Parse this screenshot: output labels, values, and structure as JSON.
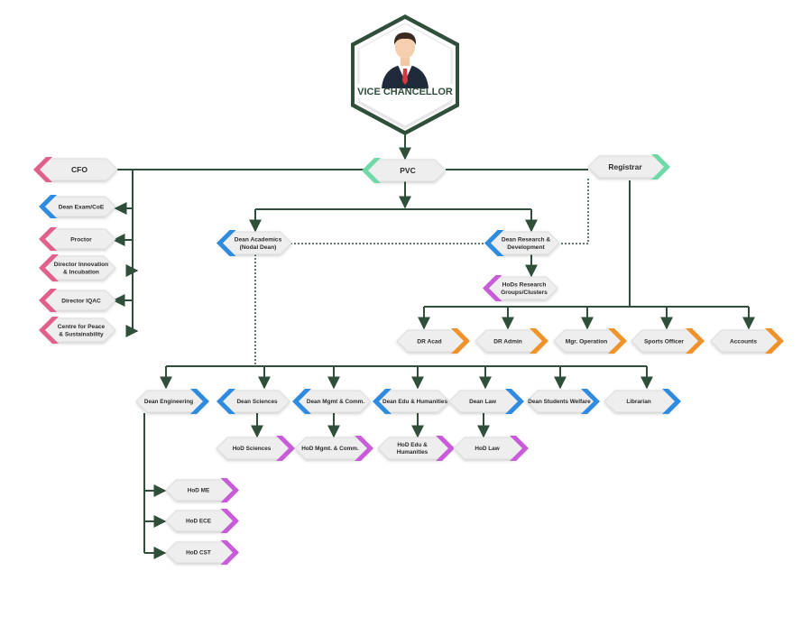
{
  "top": {
    "title": "VICE CHANCELLOR",
    "icon": "person-avatar-icon"
  },
  "colors": {
    "line": "#2f4f3a",
    "green": "#6fd9a8",
    "pink": "#e0608a",
    "blue": "#2f8be0",
    "orange": "#f0922a",
    "purple": "#c85bd8",
    "box_fill": "#eeeeee"
  },
  "level1": {
    "cfo": "CFO",
    "pvc": "PVC",
    "registrar": "Registrar"
  },
  "cfo_units": [
    [
      "Dean Exam/CoE"
    ],
    [
      "Proctor"
    ],
    [
      "Director Innovation",
      "& Incubation"
    ],
    [
      "Director IQAC"
    ],
    [
      "Centre for Peace",
      "& Sustainability"
    ]
  ],
  "pvc_units": {
    "dean_academics": [
      "Dean Academics",
      "(Nodal Dean)"
    ],
    "dean_research": [
      "Dean Research &",
      "Development"
    ],
    "hods_research": [
      "HoDs Research",
      "Groups/Clusters"
    ]
  },
  "registrar_units": [
    "DR Acad",
    "DR Admin",
    "Mgr. Operation",
    "Sports Officer",
    "Accounts"
  ],
  "deans": [
    [
      "Dean Engineering"
    ],
    [
      "Dean Sciences"
    ],
    [
      "Dean Mgmt & Comm."
    ],
    [
      "Dean Edu & Humanities"
    ],
    [
      "Dean Law"
    ],
    [
      "Dean Students Welfare"
    ],
    [
      "Librarian"
    ]
  ],
  "hods": [
    [
      "HoD Sciences"
    ],
    [
      "HoD Mgmt. & Comm."
    ],
    [
      "HoD Edu &",
      "Humanities"
    ],
    [
      "HoD Law"
    ]
  ],
  "engineering_hods": [
    "HoD ME",
    "HoD ECE",
    "HoD CST"
  ]
}
